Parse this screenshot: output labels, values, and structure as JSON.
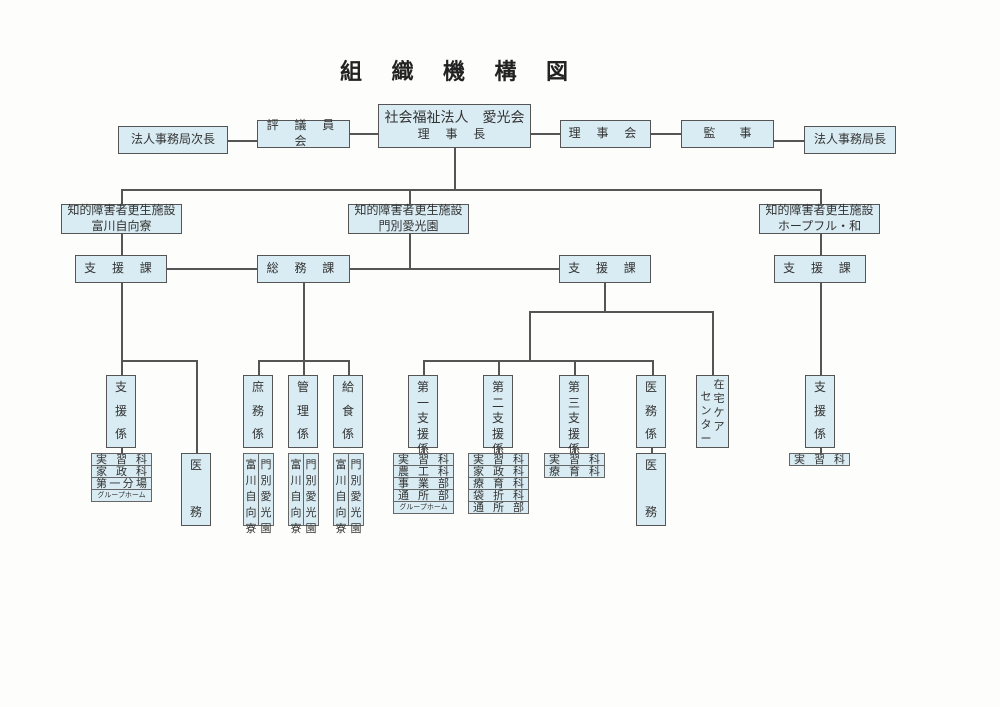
{
  "title": [
    "組",
    "織",
    "機",
    "構",
    "図"
  ],
  "top": {
    "corporation": "社会福祉法人　愛光会",
    "chairman": "理 事 長",
    "councillors": "評 議 員 会",
    "deputy_director": "法人事務局次長",
    "board": "理 事 会",
    "auditor": "監　　事",
    "director": "法人事務局長"
  },
  "facilities": {
    "tomikawa": {
      "line1": "知的障害者更生施設",
      "line2": "富川自向寮"
    },
    "monbetsu": {
      "line1": "知的障害者更生施設",
      "line2": "門別愛光園"
    },
    "hopeful": {
      "line1": "知的障害者更生施設",
      "line2": "ホープフル・和"
    }
  },
  "sections": {
    "tomikawa_support": "支 援 課",
    "general_affairs": "総 務 課",
    "monbetsu_support": "支 援 課",
    "hopeful_support": "支 援 課"
  },
  "units": {
    "tomikawa_support_staff": [
      "支",
      "援",
      "係"
    ],
    "tomikawa_medical": [
      "医",
      "務"
    ],
    "general_clerical": [
      "庶",
      "務",
      "係"
    ],
    "management": [
      "管",
      "理",
      "係"
    ],
    "food_service": [
      "給",
      "食",
      "係"
    ],
    "support1": [
      "第",
      "一",
      "支",
      "援",
      "係"
    ],
    "support2": [
      "第",
      "二",
      "支",
      "援",
      "係"
    ],
    "support3": [
      "第",
      "三",
      "支",
      "援",
      "係"
    ],
    "medical_staff": [
      "医",
      "務",
      "係"
    ],
    "home_care": {
      "col1": [
        "在",
        "宅",
        "ケ",
        "ア"
      ],
      "col2": [
        "セ",
        "ン",
        "タ",
        "ー"
      ]
    },
    "hopeful_support_staff": [
      "支",
      "援",
      "係"
    ],
    "monbetsu_medical": [
      "医",
      "務"
    ]
  },
  "lists": {
    "tomikawa_support_staff": [
      [
        "実",
        "習",
        "科"
      ],
      [
        "家",
        "政",
        "科"
      ],
      [
        "第",
        "一",
        "分",
        "場"
      ],
      [
        "グループホーム"
      ]
    ],
    "support1": [
      [
        "実",
        "習",
        "科"
      ],
      [
        "農",
        "工",
        "科"
      ],
      [
        "事",
        "業",
        "部"
      ],
      [
        "通",
        "所",
        "部"
      ],
      [
        "グループホーム"
      ]
    ],
    "support2": [
      [
        "実",
        "習",
        "科"
      ],
      [
        "家",
        "政",
        "科"
      ],
      [
        "療",
        "育",
        "科"
      ],
      [
        "袋",
        "折",
        "科"
      ],
      [
        "通",
        "所",
        "部"
      ]
    ],
    "support3": [
      [
        "実",
        "習",
        "科"
      ],
      [
        "療",
        "育",
        "科"
      ]
    ],
    "hopeful_support_staff": [
      [
        "実",
        "習",
        "科"
      ]
    ]
  },
  "facility_columns": {
    "left": [
      "富",
      "川",
      "自",
      "向",
      "寮"
    ],
    "right": [
      "門",
      "別",
      "愛",
      "光",
      "園"
    ]
  },
  "colors": {
    "box_fill": "#d9ecf3",
    "border": "#555555"
  }
}
